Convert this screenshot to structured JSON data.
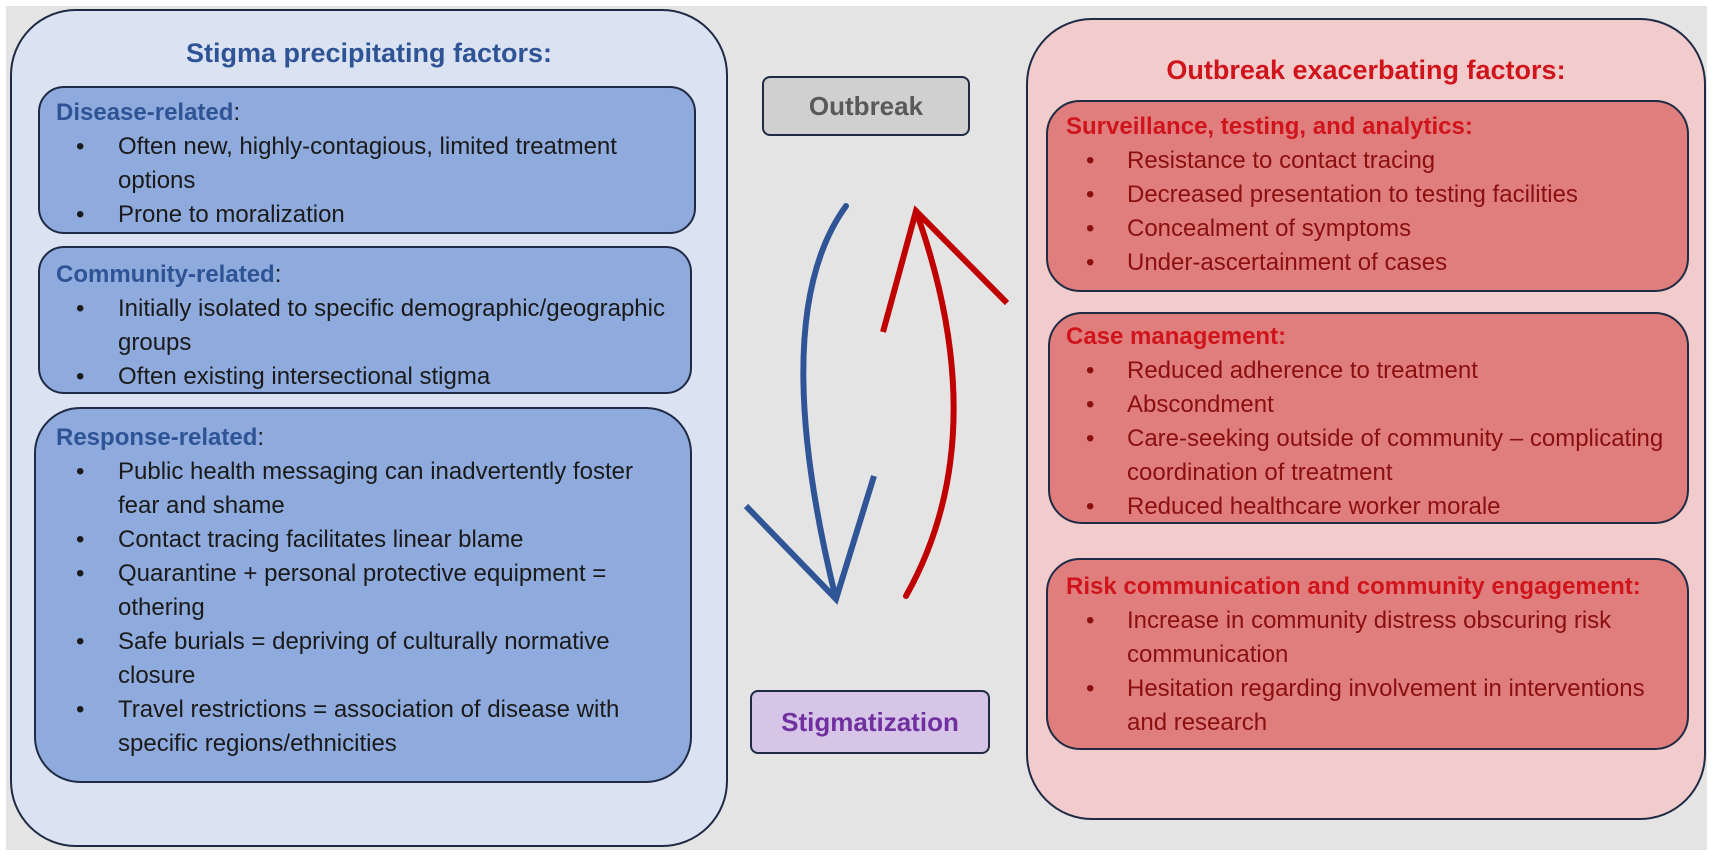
{
  "left_panel": {
    "title": "Stigma precipitating factors:",
    "boxes": [
      {
        "heading": "Disease-related",
        "colon": ":",
        "items": [
          "Often new, highly-contagious, limited treatment options",
          "Prone to moralization"
        ]
      },
      {
        "heading": "Community-related",
        "colon": ":",
        "items": [
          "Initially isolated to specific demographic/geographic groups",
          "Often existing intersectional stigma"
        ]
      },
      {
        "heading": "Response-related",
        "colon": ":",
        "items": [
          "Public health messaging can inadvertently foster fear and shame",
          "Contact tracing facilitates linear blame",
          "Quarantine + personal protective equipment = othering",
          "Safe burials = depriving of culturally normative closure",
          "Travel restrictions = association of disease with specific regions/ethnicities"
        ]
      }
    ]
  },
  "center": {
    "outbreak_label": "Outbreak",
    "stigmatization_label": "Stigmatization",
    "colors": {
      "to_stigma_arrow": "#2f5597",
      "to_outbreak_arrow": "#c00000"
    }
  },
  "right_panel": {
    "title": "Outbreak exacerbating factors:",
    "boxes": [
      {
        "heading": "Surveillance, testing, and analytics:",
        "items": [
          "Resistance to contact tracing",
          "Decreased presentation to testing facilities",
          "Concealment of symptoms",
          "Under-ascertainment of cases"
        ]
      },
      {
        "heading": "Case management:",
        "items": [
          "Reduced adherence to treatment",
          "Abscondment",
          "Care-seeking outside of community – complicating coordination of treatment",
          "Reduced healthcare worker morale"
        ]
      },
      {
        "heading": "Risk communication and community engagement:",
        "items": [
          "Increase in community distress obscuring risk communication",
          "Hesitation regarding involvement in interventions and research"
        ]
      }
    ]
  }
}
